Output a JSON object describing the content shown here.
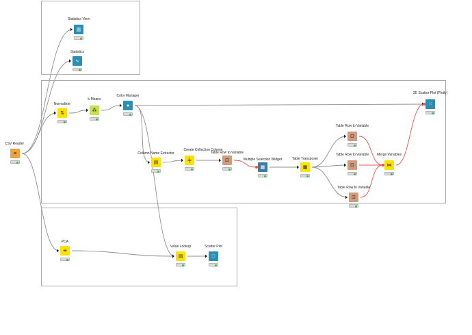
{
  "colors": {
    "reader": "#f0a040",
    "manipulator": "#ffe100",
    "learner": "#c6e24a",
    "visualizer": "#2b8fb3",
    "widget": "#3a7ca5",
    "flowvar": "#d39b7e",
    "connection": "#8f8f8f",
    "variable_connection": "#ef5350"
  },
  "nodes": [
    {
      "id": "csv-reader",
      "label": "CSV Reader",
      "icon": "csv-reader-icon",
      "kind": "reader",
      "glyph": "≡",
      "status": "green"
    },
    {
      "id": "statistics-view",
      "label": "Statistics View",
      "icon": "bar-chart-icon",
      "kind": "visualizer",
      "glyph": "▥",
      "status": "green"
    },
    {
      "id": "statistics",
      "label": "Statistics",
      "icon": "statistics-icon",
      "kind": "visualizer",
      "glyph": "∿",
      "status": "green"
    },
    {
      "id": "normalizer",
      "label": "Normalizer",
      "icon": "normalizer-icon",
      "kind": "manipulator",
      "glyph": "⇅",
      "status": "green"
    },
    {
      "id": "k-means",
      "label": "k-Means",
      "icon": "cluster-icon",
      "kind": "learner",
      "glyph": "⁂",
      "status": "green"
    },
    {
      "id": "color-manager",
      "label": "Color Manager",
      "icon": "color-drop-icon",
      "kind": "visualizer",
      "glyph": "●",
      "status": "green"
    },
    {
      "id": "column-name-extractor",
      "label": "Column Name Extractor",
      "icon": "column-extract-icon",
      "kind": "manipulator",
      "glyph": "▤",
      "status": "green"
    },
    {
      "id": "create-collection-column",
      "label": "Create Collection Column",
      "icon": "collection-icon",
      "kind": "manipulator",
      "glyph": "╪",
      "status": "green"
    },
    {
      "id": "table-row-to-variable-1",
      "label": "Table Row to Variable",
      "icon": "row-to-variable-icon",
      "kind": "flowvar",
      "glyph": "⊡",
      "status": "green"
    },
    {
      "id": "multiple-selection-widget",
      "label": "Multiple Selection Widget",
      "icon": "selection-widget-icon",
      "kind": "widget",
      "glyph": "▦",
      "status": "green"
    },
    {
      "id": "table-transposer",
      "label": "Table Transposer",
      "icon": "transpose-icon",
      "kind": "manipulator",
      "glyph": "▦",
      "status": "green"
    },
    {
      "id": "table-row-to-variable-2",
      "label": "Table Row to Variable",
      "icon": "row-to-variable-icon",
      "kind": "flowvar",
      "glyph": "⊡",
      "status": "green"
    },
    {
      "id": "table-row-to-variable-3",
      "label": "Table Row to Variable",
      "icon": "row-to-variable-icon",
      "kind": "flowvar",
      "glyph": "⊡",
      "status": "green"
    },
    {
      "id": "table-row-to-variable-4",
      "label": "Table Row to Variable",
      "icon": "row-to-variable-icon",
      "kind": "flowvar",
      "glyph": "⊡",
      "status": "green"
    },
    {
      "id": "merge-variables",
      "label": "Merge Variables",
      "icon": "merge-icon",
      "kind": "manipulator",
      "glyph": "⋈",
      "status": "green"
    },
    {
      "id": "3d-scatter-plot",
      "label": "3D Scatter Plot (Plotly)",
      "icon": "scatter-3d-icon",
      "kind": "visualizer",
      "glyph": "⁙",
      "status": "green"
    },
    {
      "id": "pca",
      "label": "PCA",
      "icon": "pca-icon",
      "kind": "manipulator",
      "glyph": "⁜",
      "status": "green"
    },
    {
      "id": "value-lookup",
      "label": "Value Lookup",
      "icon": "lookup-icon",
      "kind": "manipulator",
      "glyph": "▤",
      "status": "green"
    },
    {
      "id": "scatter-plot",
      "label": "Scatter Plot",
      "icon": "scatter-icon",
      "kind": "visualizer",
      "glyph": "□",
      "status": "green"
    }
  ]
}
